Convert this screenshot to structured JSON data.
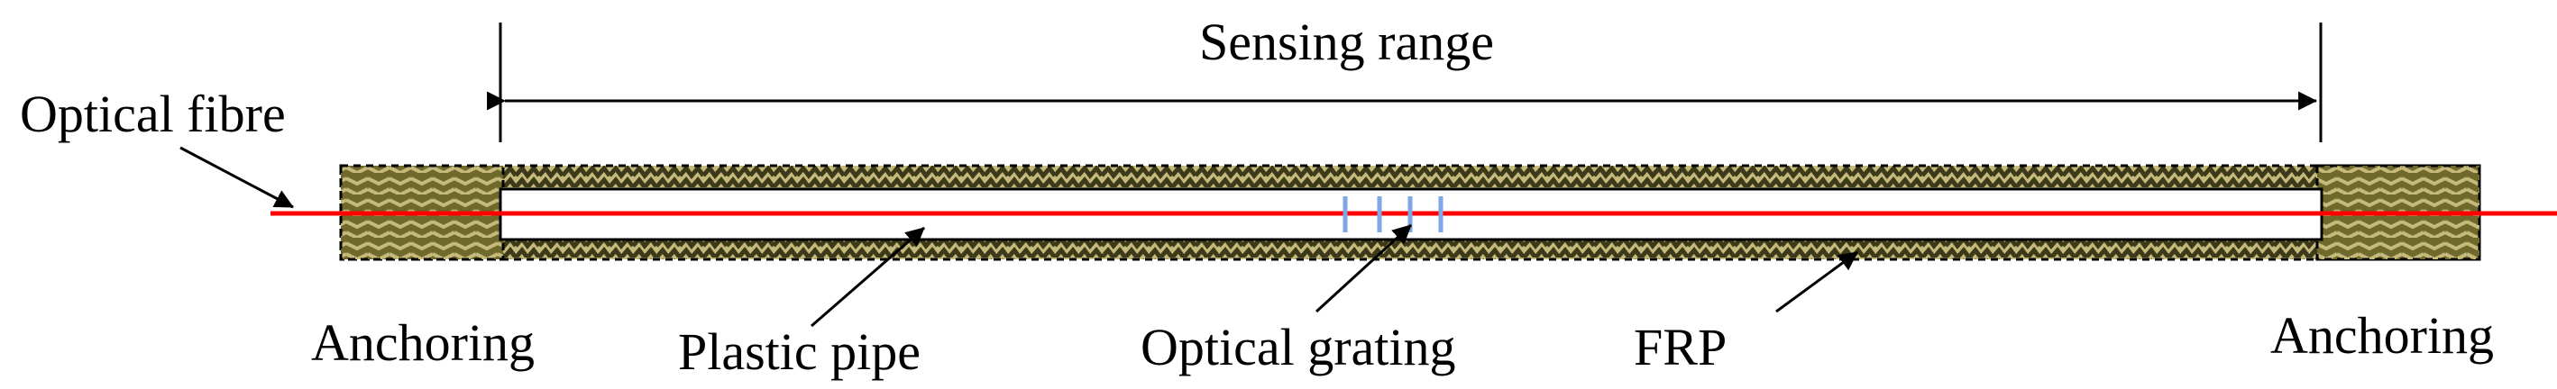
{
  "labels": {
    "sensing_range": "Sensing range",
    "optical_fibre": "Optical fibre",
    "anchoring_left": "Anchoring",
    "plastic_pipe": "Plastic pipe",
    "optical_grating": "Optical grating",
    "frp": "FRP",
    "anchoring_right": "Anchoring"
  },
  "colors": {
    "frp_fill": "#c5b97b",
    "frp_weave": "#3d3a1a",
    "anchor_fill": "#6f6a2b",
    "fibre": "#ff0000",
    "grating": "#7da7e6",
    "line": "#000000"
  },
  "grating_count": 4
}
